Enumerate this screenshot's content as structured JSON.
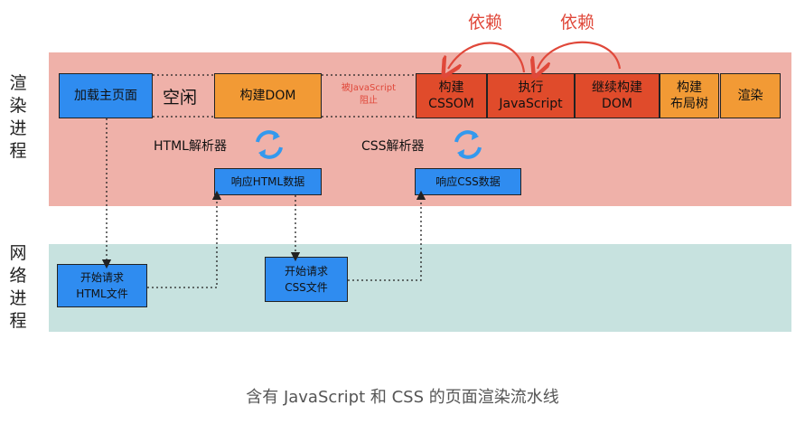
{
  "side_labels": {
    "render": "渲染进程",
    "network": "网络进程"
  },
  "render_row": {
    "load_page": "加载主页面",
    "idle": "空闲",
    "build_dom": "构建DOM",
    "blocked_note_1": "被JavaScript",
    "blocked_note_2": "阻止",
    "build_cssom_1": "构建",
    "build_cssom_2": "CSSOM",
    "exec_js_1": "执行",
    "exec_js_2": "JavaScript",
    "continue_dom_1": "继续构建",
    "continue_dom_2": "DOM",
    "layout_tree_1": "构建",
    "layout_tree_2": "布局树",
    "render": "渲染"
  },
  "parsers": {
    "html_parser": "HTML解析器",
    "css_parser": "CSS解析器",
    "respond_html": "响应HTML数据",
    "respond_css": "响应CSS数据"
  },
  "network_row": {
    "req_html_1": "开始请求",
    "req_html_2": "HTML文件",
    "req_css_1": "开始请求",
    "req_css_2": "CSS文件"
  },
  "dependency": {
    "left": "依赖",
    "right": "依赖"
  },
  "caption": "含有 JavaScript 和 CSS 的页面渲染流水线",
  "colors": {
    "render_band": "#efb1a9",
    "network_band": "#c7e2df",
    "blue_box": "#2f8cf0",
    "orange_box": "#f29a35",
    "red_box": "#e04b2b",
    "dependency_red": "#e0483a"
  }
}
